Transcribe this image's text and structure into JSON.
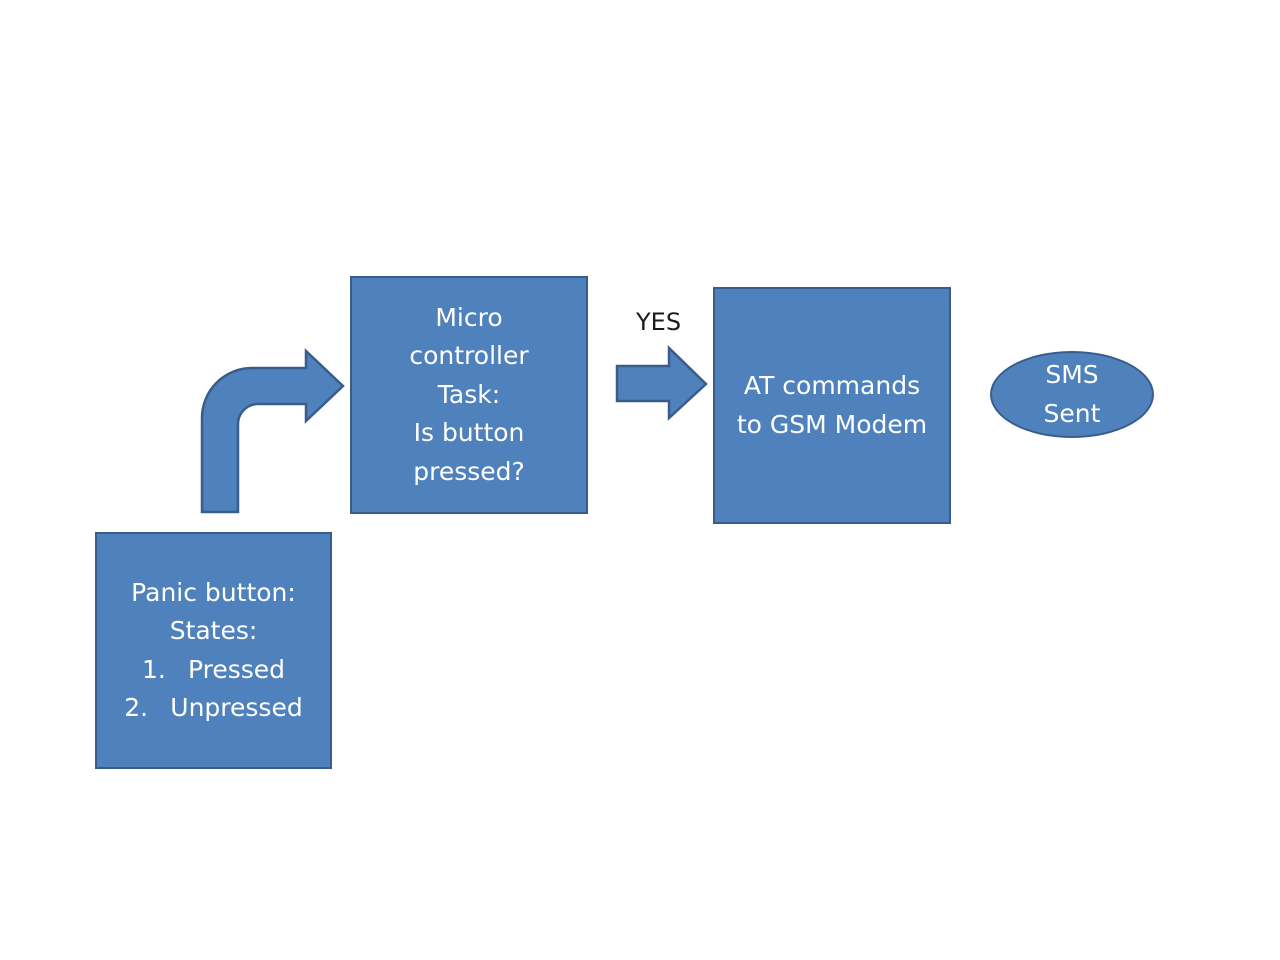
{
  "diagram": {
    "panic_box": {
      "title_line1": "Panic button:",
      "title_line2": "States:",
      "items": [
        {
          "num": "1.",
          "label": "Pressed"
        },
        {
          "num": "2.",
          "label": "Unpressed"
        }
      ]
    },
    "micro_box": {
      "lines": [
        "Micro",
        "controller",
        "Task:",
        "Is button",
        "pressed?"
      ]
    },
    "yes_label": "YES",
    "at_box": {
      "lines": [
        "AT commands",
        "to GSM Modem"
      ]
    },
    "sms_ellipse": {
      "lines": [
        "SMS",
        "Sent"
      ]
    },
    "colors": {
      "fill": "#4f81bd",
      "stroke": "#385d8a",
      "text": "#ffffff"
    }
  }
}
